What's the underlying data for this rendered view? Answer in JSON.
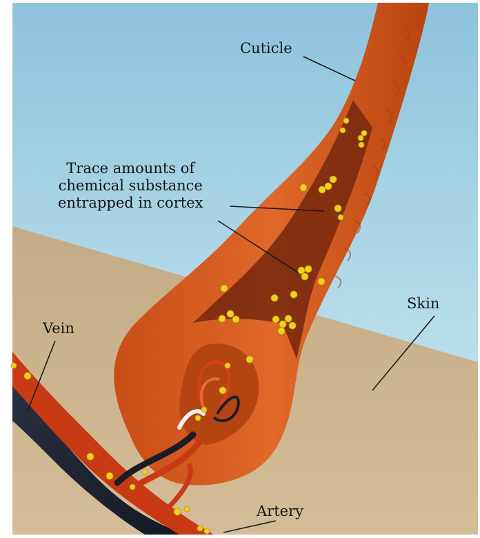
{
  "labels": {
    "cuticle": "Cuticle",
    "trace": [
      "Trace amounts of",
      "chemical substance",
      "entrapped in cortex"
    ],
    "skin": "Skin",
    "vein": "Vein",
    "artery": "Artery"
  },
  "colors": {
    "sky": "#9fcde0",
    "skin": "#c8b08c",
    "hair": "#d55a1c",
    "cortex": "#7a2a0e",
    "vessel_red": "#c83a14",
    "vessel_dark": "#1e2230",
    "granule": "#f0d21e",
    "leader": "#1a1a1a"
  }
}
